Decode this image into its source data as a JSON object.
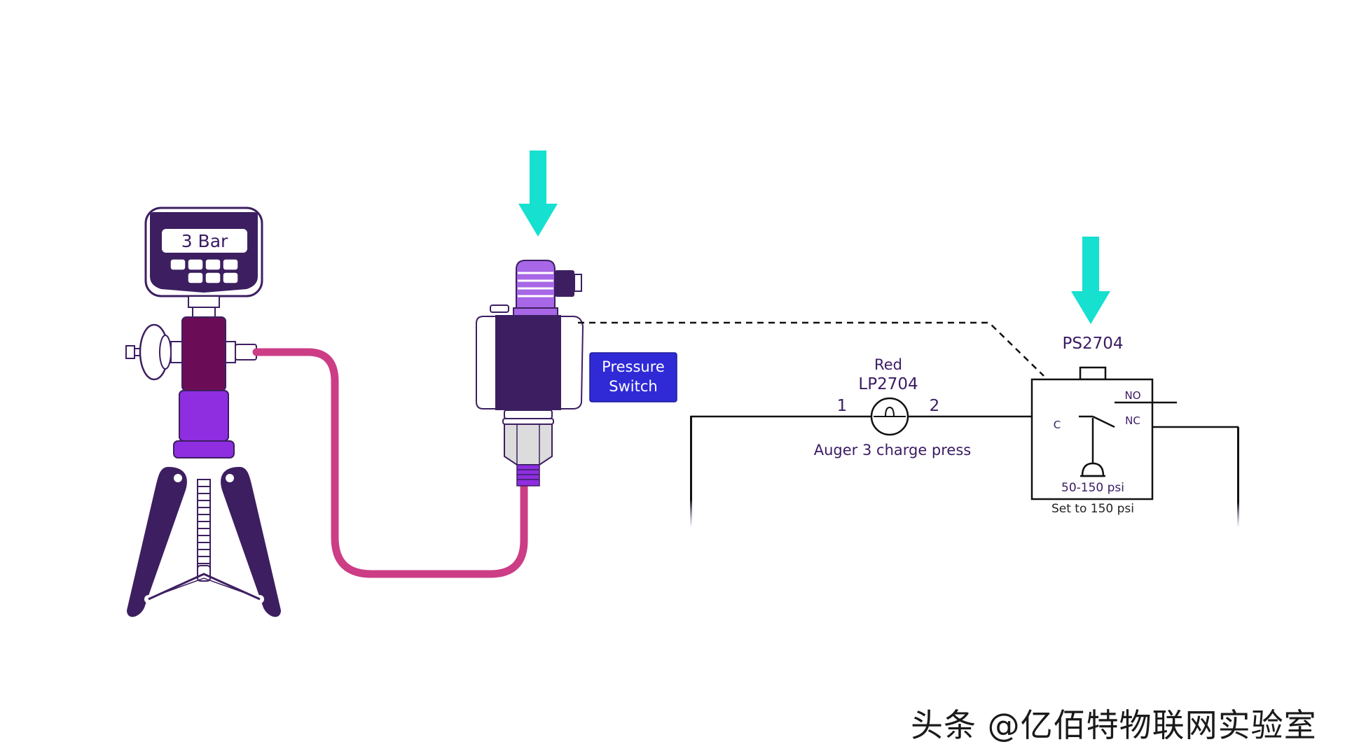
{
  "gauge": {
    "display": "3 Bar"
  },
  "transducer": {
    "label_line1": "Pressure",
    "label_line2": "Switch"
  },
  "lamp": {
    "color_label": "Red",
    "id": "LP2704",
    "pin_left": "1",
    "pin_right": "2",
    "description": "Auger 3 charge press"
  },
  "pressure_switch": {
    "id": "PS2704",
    "no": "NO",
    "nc": "NC",
    "c": "C",
    "range": "50-150 psi",
    "setpoint": "Set to 150 psi"
  },
  "watermark": "头条 @亿佰特物联网实验室",
  "colors": {
    "arrow": "#16e0cf",
    "hose": "#cc3d86",
    "dark_purple": "#3d1f61",
    "mid_purple": "#8e2ee0",
    "maroon": "#6b0d56",
    "label_blue": "#2f2ad6",
    "text_purple": "#3a1b63"
  }
}
